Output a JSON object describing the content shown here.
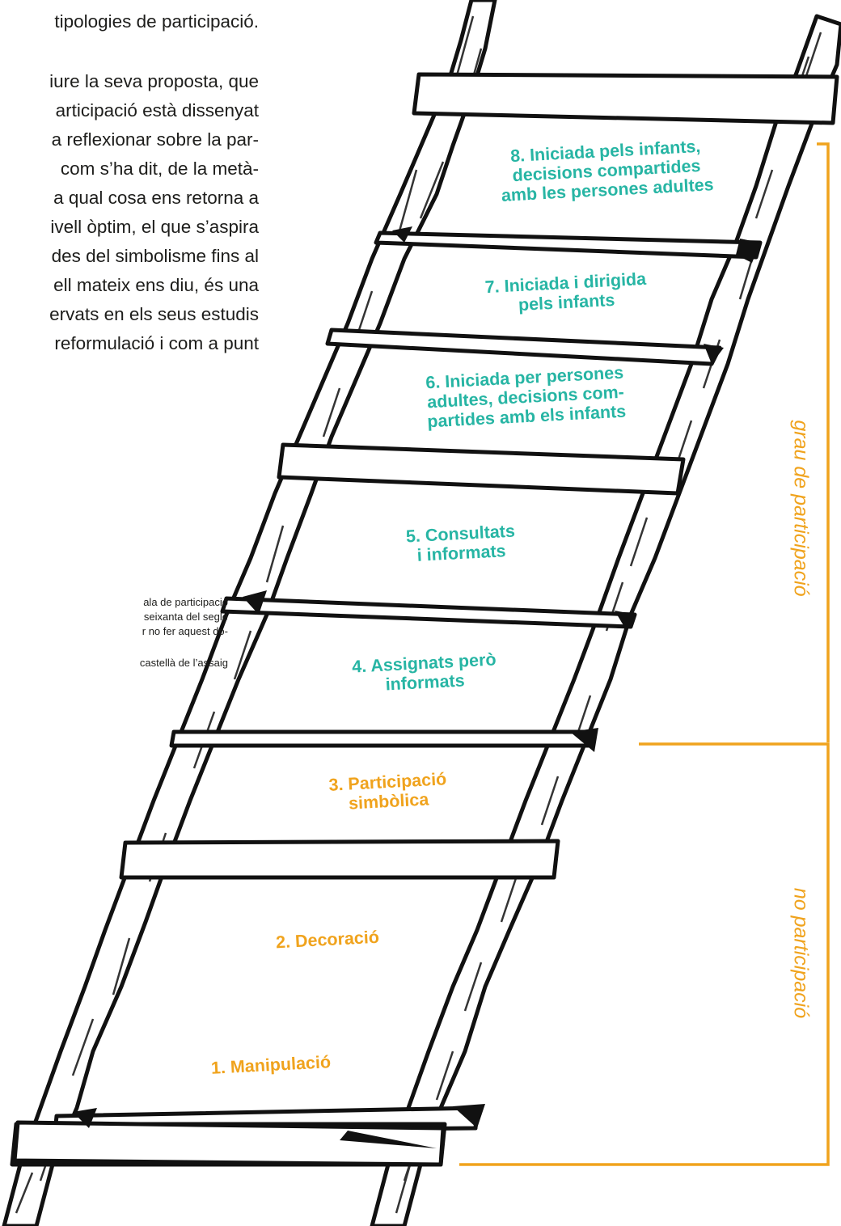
{
  "body_text": [
    "tipologies de participació.",
    "iure la seva proposta, que",
    "articipació està dissenyat",
    "a reflexionar sobre la par-",
    "com s’ha dit, de la metà-",
    "a qual cosa ens retorna a",
    "ivell òptim, el que s’aspira",
    "des del simbolisme fins al",
    "ell mateix ens diu, és una",
    "ervats en els seus estudis",
    "reformulació i com a punt"
  ],
  "footnote_text": [
    "ala de participació",
    "seixanta del segle",
    "r no fer aquest do-",
    "castellà de l’assaig"
  ],
  "ladder": {
    "rungs": [
      {
        "lines": [
          "8. Iniciada pels infants,",
          "decisions compartides",
          "amb les persones adultes"
        ],
        "group": "participation"
      },
      {
        "lines": [
          "7. Iniciada i dirigida",
          "pels infants"
        ],
        "group": "participation"
      },
      {
        "lines": [
          "6. Iniciada per persones",
          "adultes, decisions com-",
          "partides amb els infants"
        ],
        "group": "participation"
      },
      {
        "lines": [
          "5. Consultats",
          "i informats"
        ],
        "group": "participation"
      },
      {
        "lines": [
          "4. Assignats però",
          "informats"
        ],
        "group": "participation"
      },
      {
        "lines": [
          "3. Participació",
          "simbòlica"
        ],
        "group": "non-participation"
      },
      {
        "lines": [
          "2. Decoració"
        ],
        "group": "non-participation"
      },
      {
        "lines": [
          "1. Manipulació"
        ],
        "group": "non-participation"
      }
    ]
  },
  "brackets": {
    "participation_label": "grau de participació",
    "non_participation_label": "no participació"
  },
  "colors": {
    "participation": "#27b5a4",
    "non_participation": "#f0a31d",
    "ink": "#111111",
    "text": "#1d1d1b"
  }
}
